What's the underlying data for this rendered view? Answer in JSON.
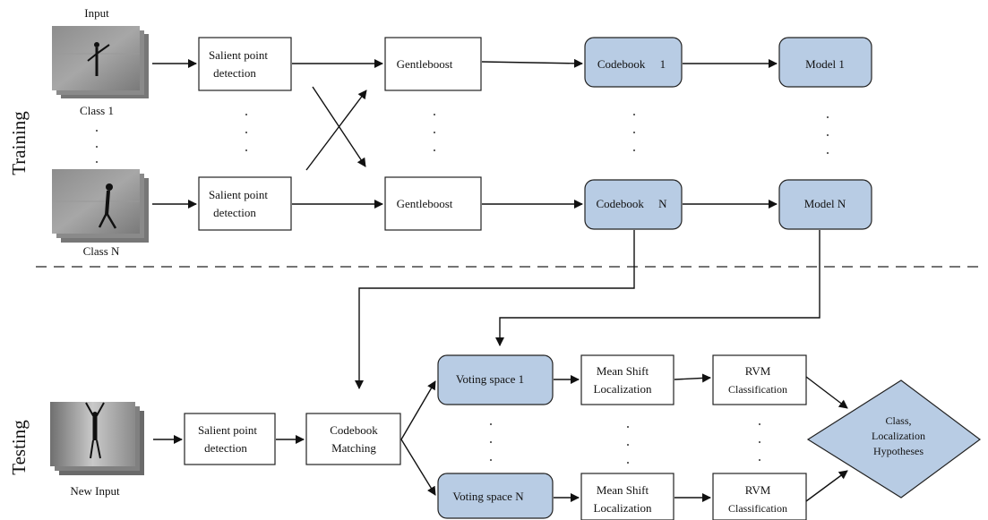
{
  "sections": {
    "training": "Training",
    "testing": "Testing"
  },
  "training": {
    "input_title": "Input",
    "class_1": "Class 1",
    "class_n": "Class N",
    "salient_1": [
      "Salient point",
      "detection"
    ],
    "salient_n": [
      "Salient point",
      "detection"
    ],
    "gentleboost_1": "Gentleboost",
    "gentleboost_n": "Gentleboost",
    "codebook_1": "Codebook     1",
    "codebook_n": "Codebook     N",
    "model_1": "Model 1",
    "model_n": "Model N"
  },
  "testing": {
    "new_input": "New Input",
    "salient": [
      "Salient point",
      "detection"
    ],
    "codebook_matching": [
      "Codebook",
      "Matching"
    ],
    "voting_1": "Voting space 1",
    "voting_n": "Voting space N",
    "meanshift_1": [
      "Mean Shift",
      "Localization"
    ],
    "meanshift_n": [
      "Mean Shift",
      "Localization"
    ],
    "rvm_1": [
      "RVM",
      "Classification"
    ],
    "rvm_n": [
      "RVM",
      "Classification"
    ],
    "hypotheses": [
      "Class,",
      "Localization",
      "Hypotheses"
    ]
  },
  "colors": {
    "highlight_fill": "#b8cce4",
    "stroke": "#222222"
  }
}
